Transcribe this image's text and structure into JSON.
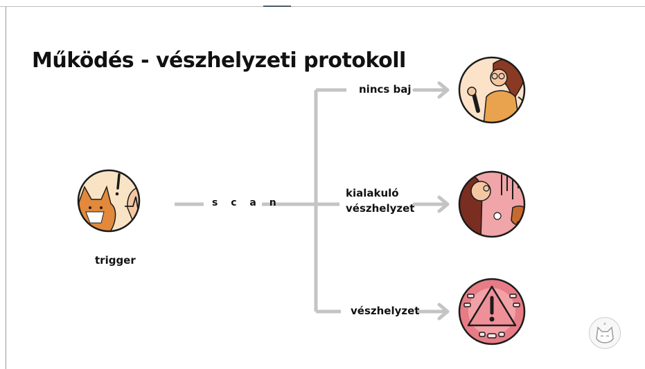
{
  "title": "Működés - vészhelyzeti protokoll",
  "trigger": {
    "label": "trigger",
    "scene": "fox-alert-heartbeat-icon"
  },
  "scan": {
    "label": "s c a n"
  },
  "outcomes": [
    {
      "label": "nincs baj",
      "scene": "person-thumbs-up-icon"
    },
    {
      "label": "kialakuló vészhelyzet",
      "label_lines": [
        "kialakuló",
        "vészhelyzet"
      ],
      "scene": "person-distress-with-fox-icon"
    },
    {
      "label": "vészhelyzet",
      "scene": "warning-triangle-icon"
    }
  ],
  "colors": {
    "connector": "#c4c4c4",
    "circle_outline": "#1b1b1b",
    "trigger_bg": "#f8e3c4",
    "ok_bg": "#fbe2c8",
    "emerging_bg": "#f0a5a8",
    "emergency_bg": "#e77c86",
    "accent_orange": "#e2893b"
  },
  "corner_badge": {
    "icon": "cat-logo-icon"
  }
}
